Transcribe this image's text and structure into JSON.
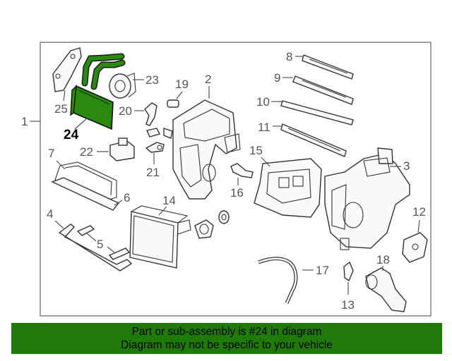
{
  "callouts": {
    "c1": "1",
    "c2": "2",
    "c3": "3",
    "c4": "4",
    "c5": "5",
    "c6": "6",
    "c7": "7",
    "c8": "8",
    "c9": "9",
    "c10": "10",
    "c11": "11",
    "c12": "12",
    "c13": "13",
    "c14": "14",
    "c15": "15",
    "c16": "16",
    "c17": "17",
    "c18": "18",
    "c19": "19",
    "c20": "20",
    "c21": "21",
    "c22": "22",
    "c23": "23",
    "c24": "24",
    "c25": "25"
  },
  "highlight_color": "#2a8a0e",
  "banner": {
    "line1": "Part or sub-assembly is #24 in diagram",
    "line2": "Diagram may not be specific to your vehicle",
    "background": "#1f7a0a"
  }
}
